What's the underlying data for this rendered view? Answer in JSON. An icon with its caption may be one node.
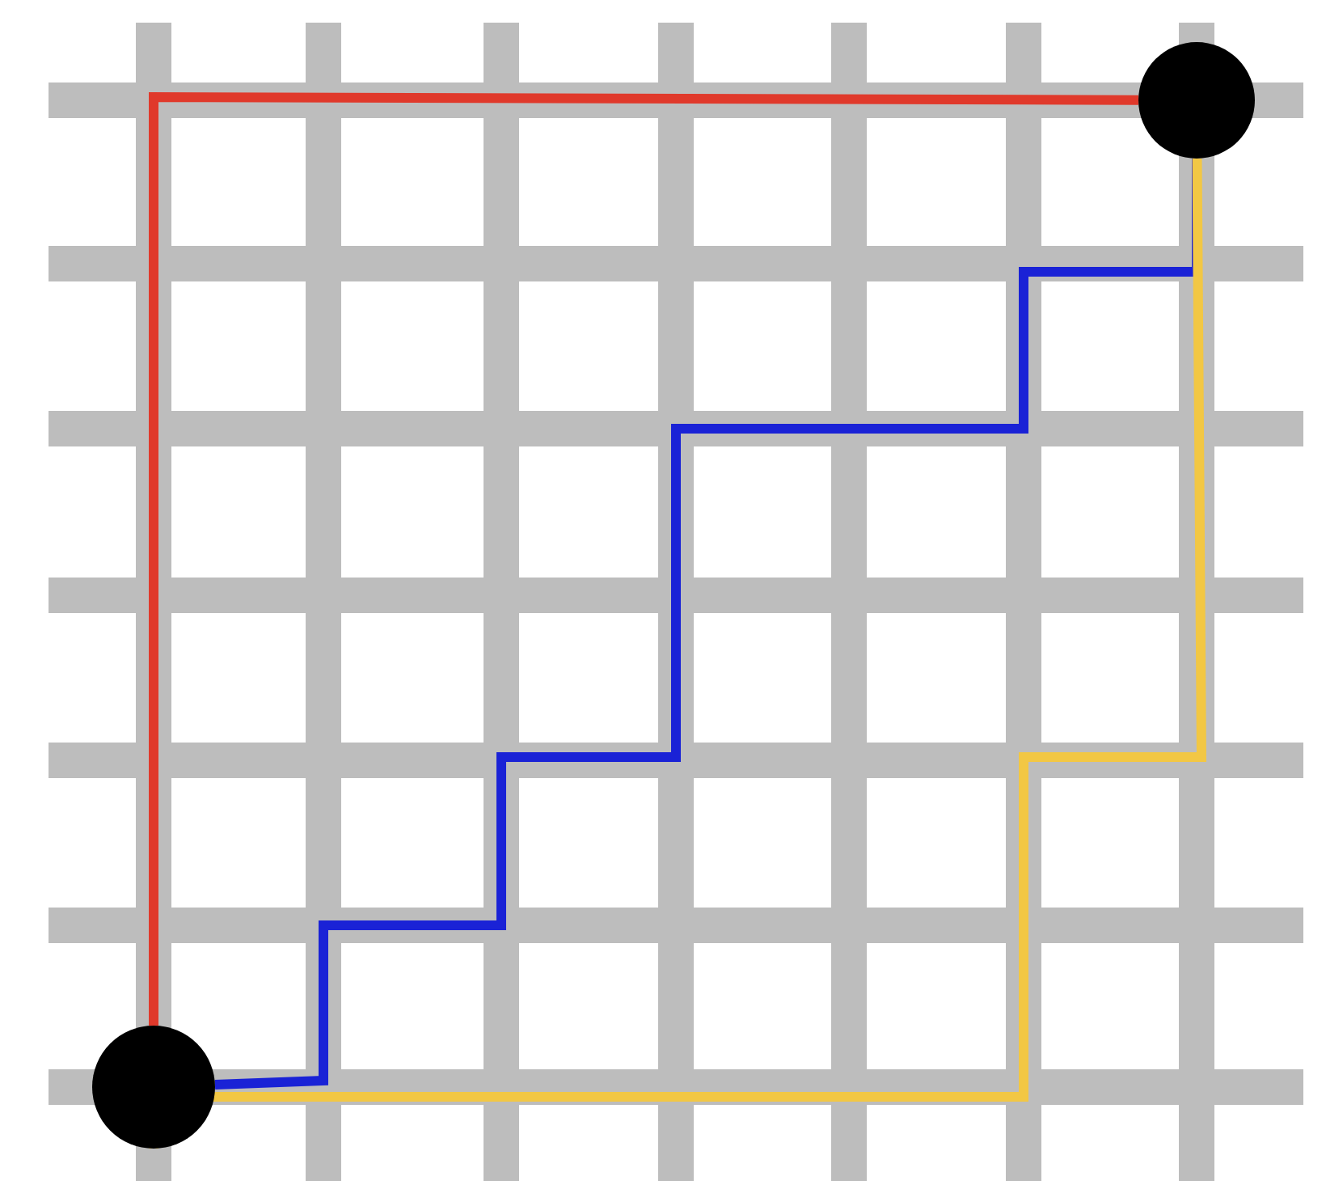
{
  "diagram": {
    "nodes": [
      {
        "text": [],
        "shape": "circle"
      },
      {
        "text": [],
        "shape": "circle"
      }
    ],
    "edges": [
      {
        "from": 1,
        "to": 0,
        "arrow": "none",
        "color": "#e0392b"
      },
      {
        "from": 1,
        "to": 0,
        "arrow": "none",
        "color": "#1a22d6"
      },
      {
        "from": 1,
        "to": 0,
        "arrow": "none",
        "color": "#f2c744"
      }
    ]
  }
}
